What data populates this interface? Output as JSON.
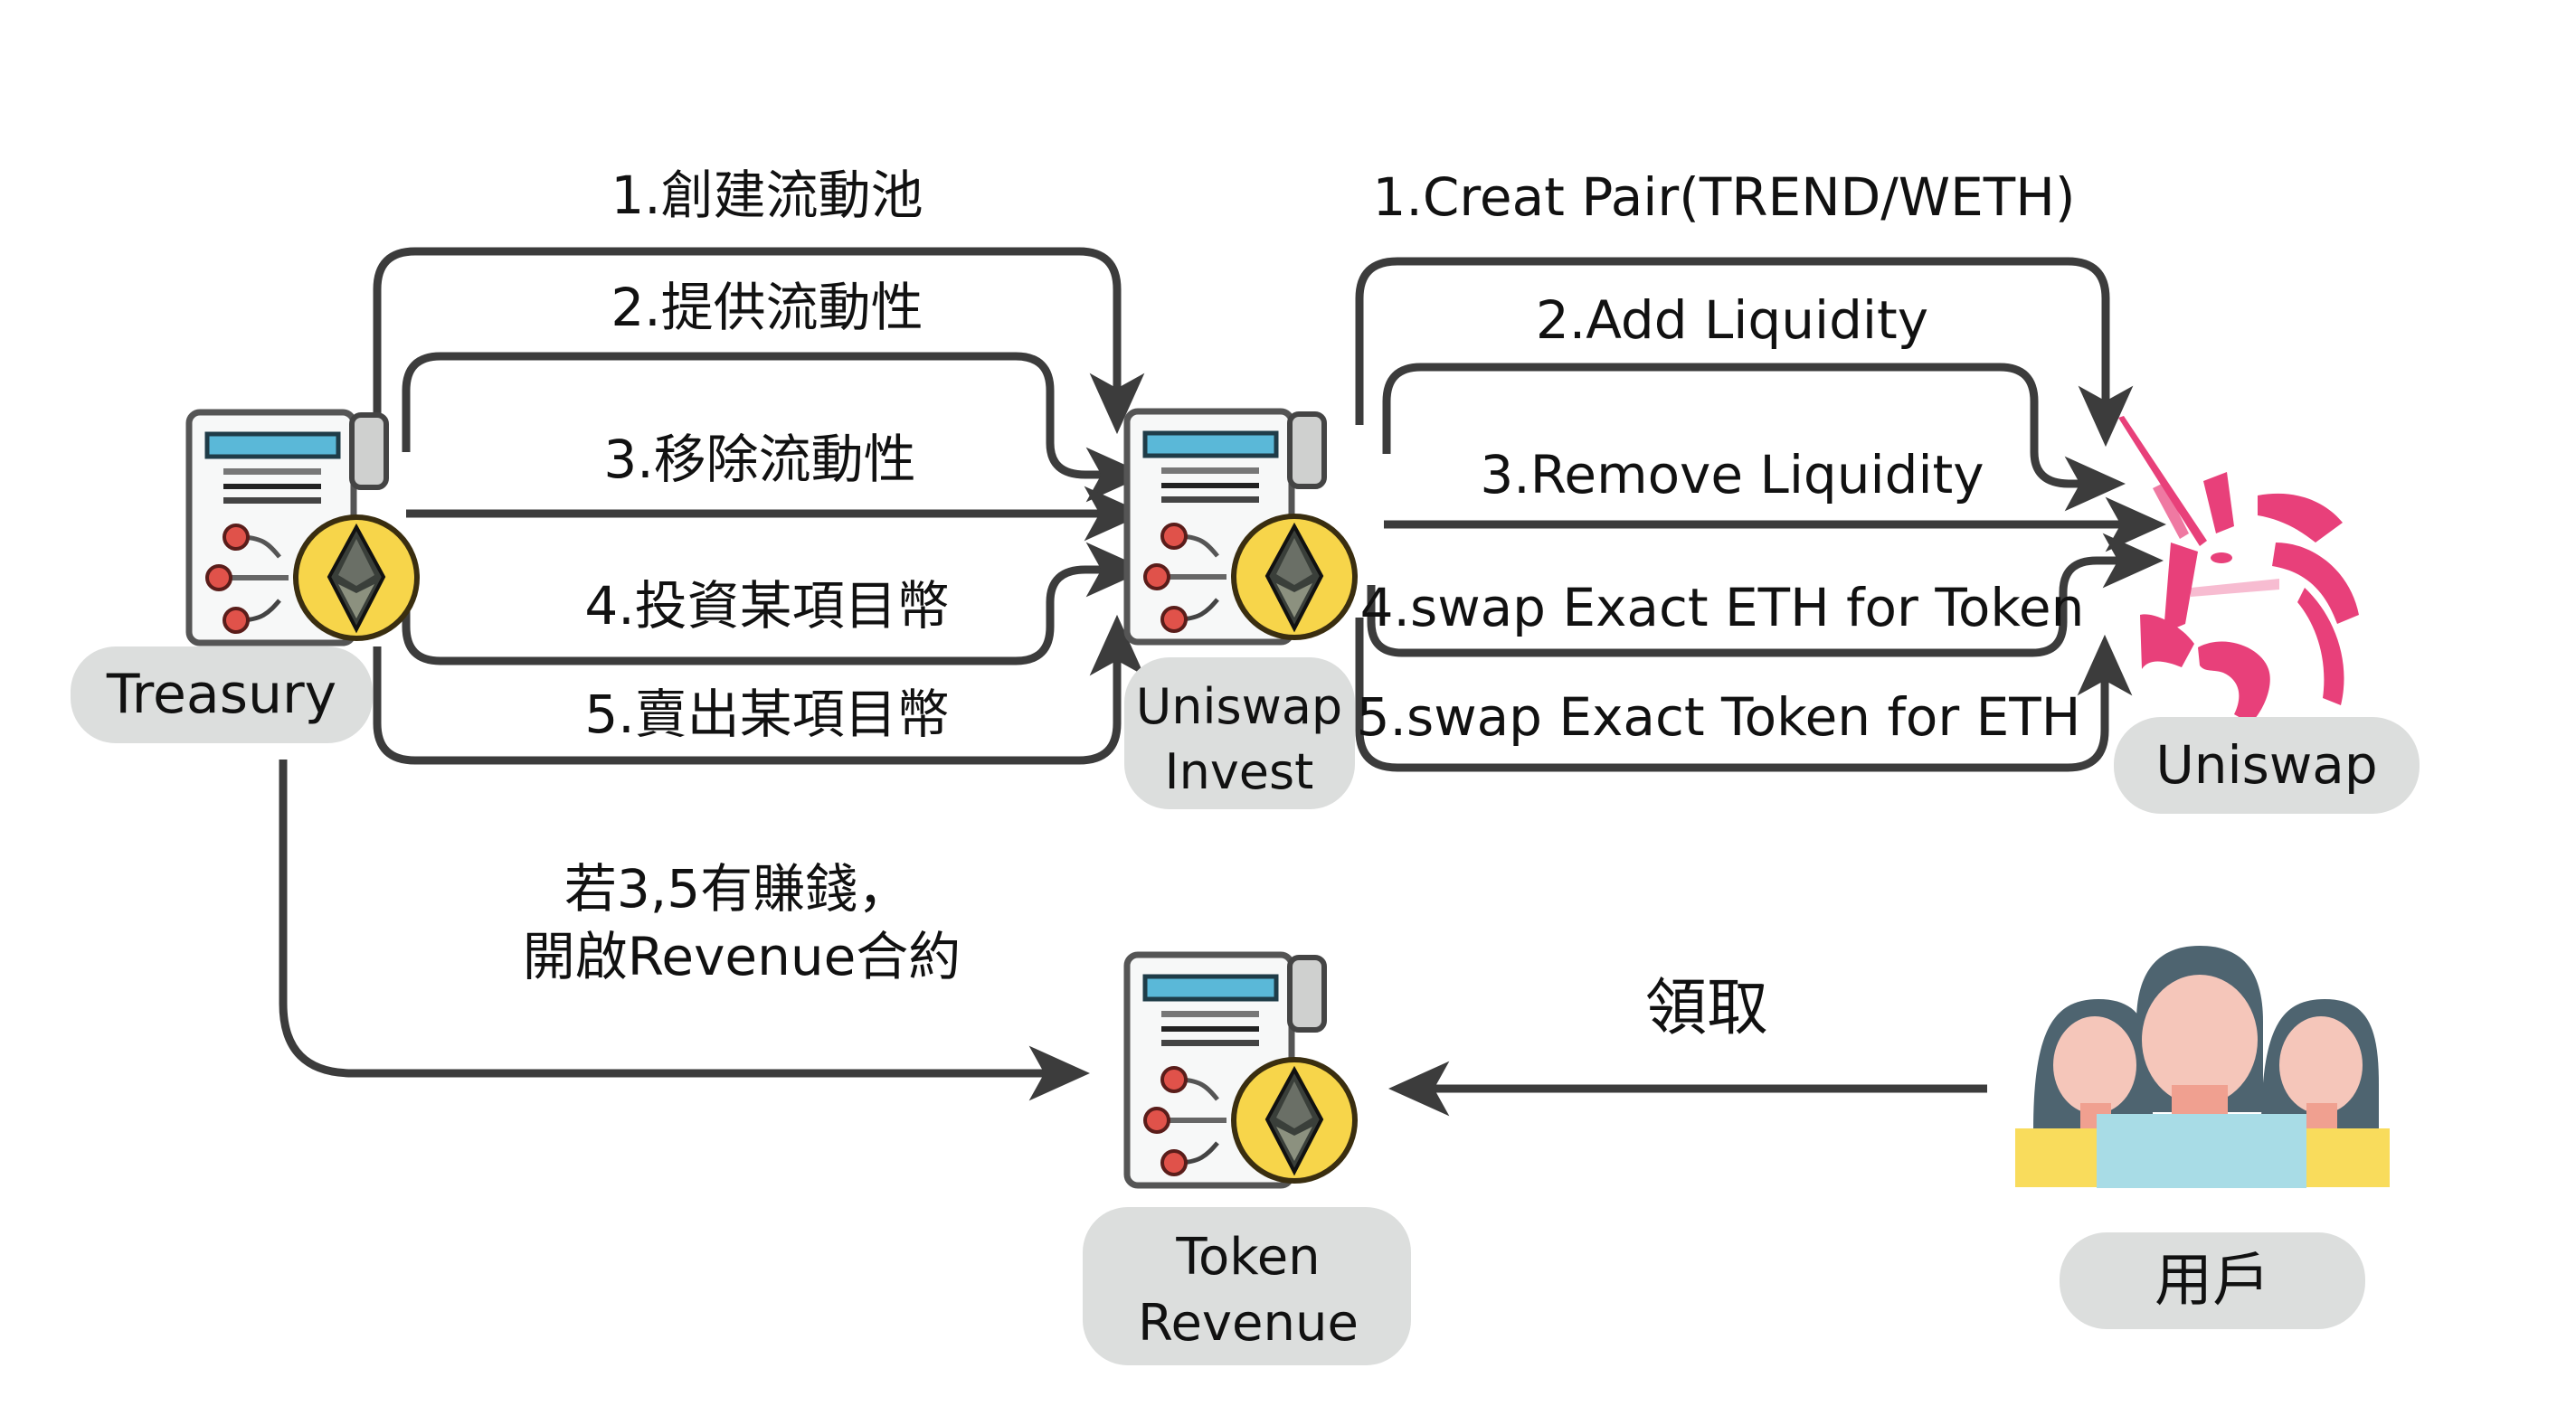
{
  "nodes": {
    "treasury": {
      "label_lines": [
        "Treasury"
      ],
      "icon": "smart-contract-eth-icon"
    },
    "uniswap_invest": {
      "label_lines": [
        "Uniswap",
        "Invest"
      ],
      "icon": "smart-contract-eth-icon"
    },
    "uniswap": {
      "label_lines": [
        "Uniswap"
      ],
      "icon": "uniswap-unicorn-icon"
    },
    "token_revenue": {
      "label_lines": [
        "Token",
        "Revenue"
      ],
      "icon": "smart-contract-eth-icon"
    },
    "users": {
      "label_lines": [
        "用戶"
      ],
      "icon": "users-group-icon"
    }
  },
  "flows_treasury_to_invest": [
    {
      "label": "1.創建流動池"
    },
    {
      "label": "2.提供流動性"
    },
    {
      "label": "3.移除流動性"
    },
    {
      "label": "4.投資某項目幣"
    },
    {
      "label": "5.賣出某項目幣"
    }
  ],
  "flows_invest_to_uniswap": [
    {
      "label": "1.Creat Pair(TREND/WETH)"
    },
    {
      "label": "2.Add Liquidity"
    },
    {
      "label": "3.Remove Liquidity"
    },
    {
      "label": "4.swap Exact ETH for Token"
    },
    {
      "label": "5.swap Exact Token for ETH"
    }
  ],
  "flow_treasury_to_revenue": {
    "label_lines": [
      "若3,5有賺錢，",
      "開啟Revenue合約"
    ]
  },
  "flow_users_to_revenue": {
    "label": "領取"
  },
  "colors": {
    "arrow": "#3c3c3c",
    "pill": "#dcdedd",
    "uniswap_pink": "#e8407a",
    "coin_yellow": "#f7d54a",
    "doc_header_blue": "#5ab8d8",
    "node_red": "#e0524a",
    "hair": "#4e6470",
    "skin": "#f5c6ba",
    "shirt_blue": "#a8dce6",
    "shirt_yellow": "#f9dc5c"
  }
}
